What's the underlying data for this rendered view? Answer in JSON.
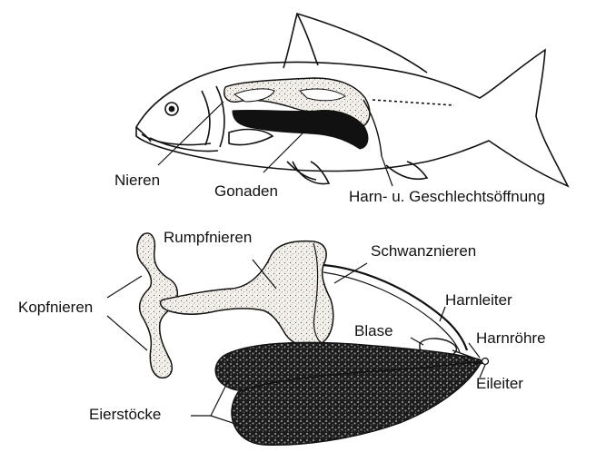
{
  "header_fragment": "",
  "labels": {
    "nieren": "Nieren",
    "gonaden": "Gonaden",
    "harn_geschlechtsoeffnung": "Harn- u. Geschlechtsöffnung",
    "rumpfnieren": "Rumpfnieren",
    "schwanznieren": "Schwanznieren",
    "kopfnieren": "Kopfnieren",
    "harnleiter": "Harnleiter",
    "blase": "Blase",
    "harnroehre": "Harnröhre",
    "eileiter": "Eileiter",
    "eierstoecke": "Eierstöcke"
  },
  "colors": {
    "ink": "#111111",
    "kidney_fill": "#f4f1ec",
    "gonad_fill": "#1a1a1a",
    "ovary_fill": "#222222",
    "header_text": "#2233cc"
  }
}
